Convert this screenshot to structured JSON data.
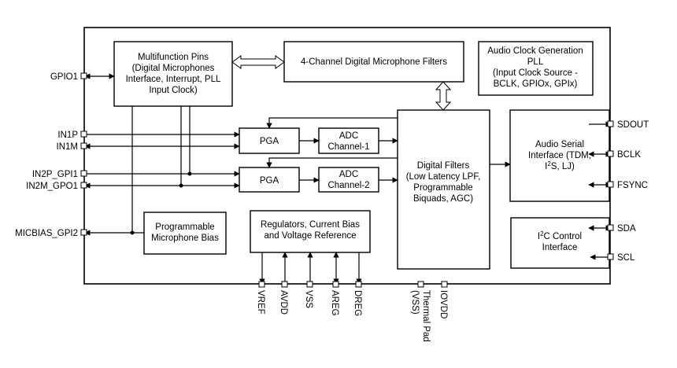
{
  "blocks": {
    "multifunction": [
      "Multifunction Pins",
      "(Digital Microphones",
      "Interface, Interrupt, PLL",
      "Input Clock)"
    ],
    "mic_filters": [
      "4-Channel Digital Microphone Filters"
    ],
    "clock_gen": [
      "Audio Clock Generation",
      "PLL",
      "(Input Clock Source -",
      "BCLK, GPIOx, GPIx)"
    ],
    "pga1": [
      "PGA"
    ],
    "pga2": [
      "PGA"
    ],
    "adc1": [
      "ADC",
      "Channel-1"
    ],
    "adc2": [
      "ADC",
      "Channel-2"
    ],
    "digital_filters": [
      "Digital Filters",
      "(Low Latency LPF,",
      "Programmable",
      "Biquads, AGC)"
    ],
    "serial_interface": [
      "Audio Serial",
      "Interface (TDM,",
      "S, LJ)"
    ],
    "serial_sup": "2",
    "serial_pre": "I",
    "mic_bias": [
      "Programmable",
      "Microphone Bias"
    ],
    "regulators": [
      "Regulators, Current Bias",
      "and  Voltage Reference"
    ],
    "i2c_pre": "I",
    "i2c_sup": "2",
    "i2c_rest": "C Control",
    "i2c_line2": "Interface"
  },
  "pins_left": {
    "gpio1": "GPIO1",
    "in1p": "IN1P",
    "in1m": "IN1M",
    "in2p": "IN2P_GPI1",
    "in2m": "IN2M_GPO1",
    "micbias": "MICBIAS_GPI2"
  },
  "pins_right": {
    "sdout": "SDOUT",
    "bclk": "BCLK",
    "fsync": "FSYNC",
    "sda": "SDA",
    "scl": "SCL"
  },
  "pins_bottom": {
    "vref": "VREF",
    "avdd": "AVDD",
    "vss": "VSS",
    "areg": "AREG",
    "dreg": "DREG",
    "thermal1": "Thermal Pad",
    "thermal2": "(VSS)",
    "iovdd": "IOVDD"
  }
}
